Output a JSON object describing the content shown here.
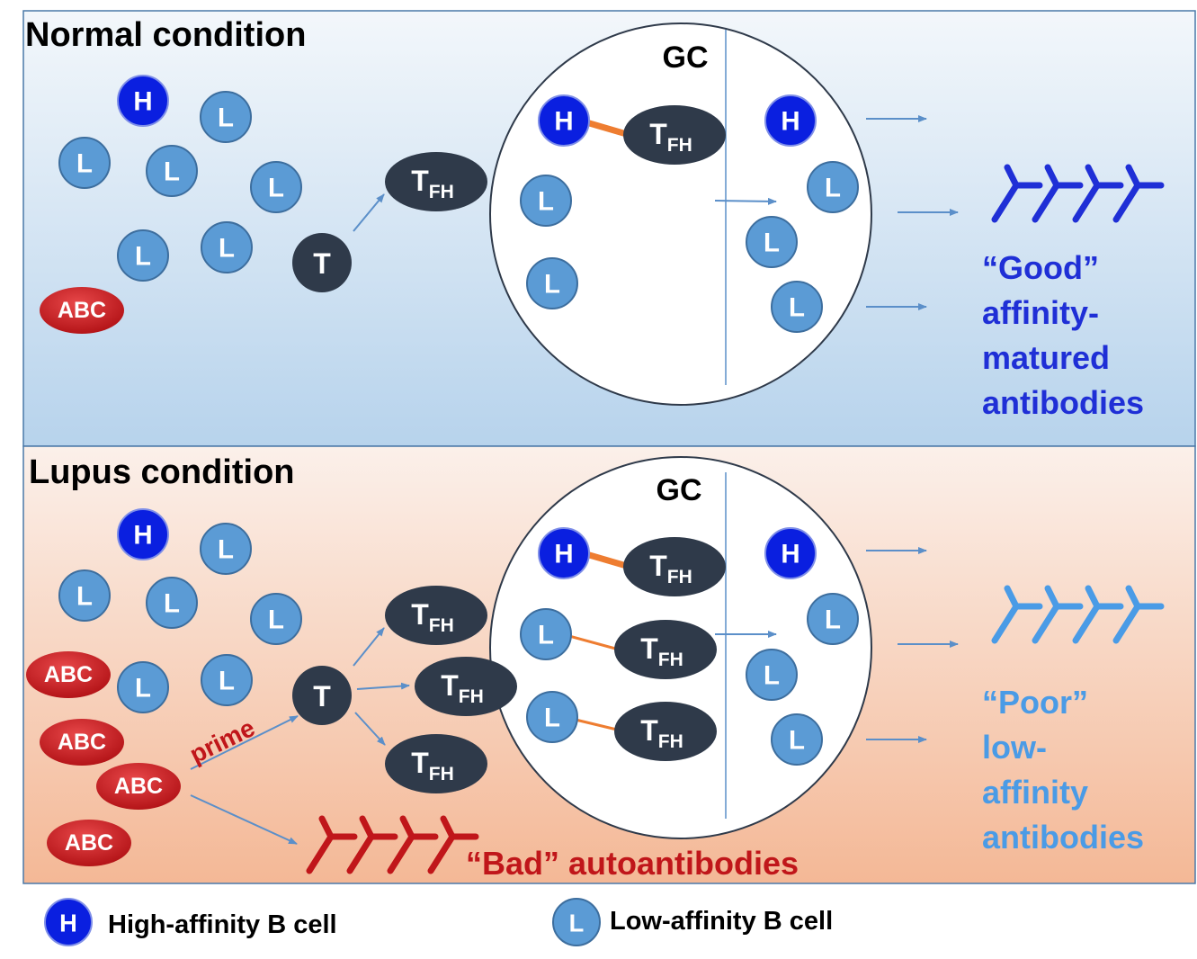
{
  "panels": {
    "normal": {
      "title": "Normal condition",
      "gc_label": "GC"
    },
    "lupus": {
      "title": "Lupus condition",
      "gc_label": "GC"
    }
  },
  "cells": {
    "high": "H",
    "low": "L",
    "abc": "ABC",
    "t": "T",
    "tfh_main": "T",
    "tfh_sub": "FH"
  },
  "labels": {
    "prime": "prime",
    "good": [
      "“Good”",
      "affinity-",
      "matured",
      "antibodies"
    ],
    "poor": [
      "“Poor”",
      "low-",
      "affinity",
      "antibodies"
    ],
    "bad": "“Bad” autoantibodies"
  },
  "legend": {
    "high_label": "High-affinity  B cell",
    "low_label": "Low-affinity  B cell"
  },
  "colors": {
    "high_fill": "#0a1fe0",
    "low_fill": "#5b9bd5",
    "tcell_fill": "#2f3a4a",
    "abc_fill": "#c0161a",
    "good_text": "#1f2fd6",
    "poor_text": "#4a9be6",
    "bad_text": "#c0161a",
    "normal_bg_top": "#f3f7fb",
    "normal_bg_bottom": "#b7d3ec",
    "lupus_bg_top": "#fbf0ea",
    "lupus_bg_bottom": "#f4b896",
    "arrow": "#5b8fc9",
    "bond": "#ee7d31"
  }
}
